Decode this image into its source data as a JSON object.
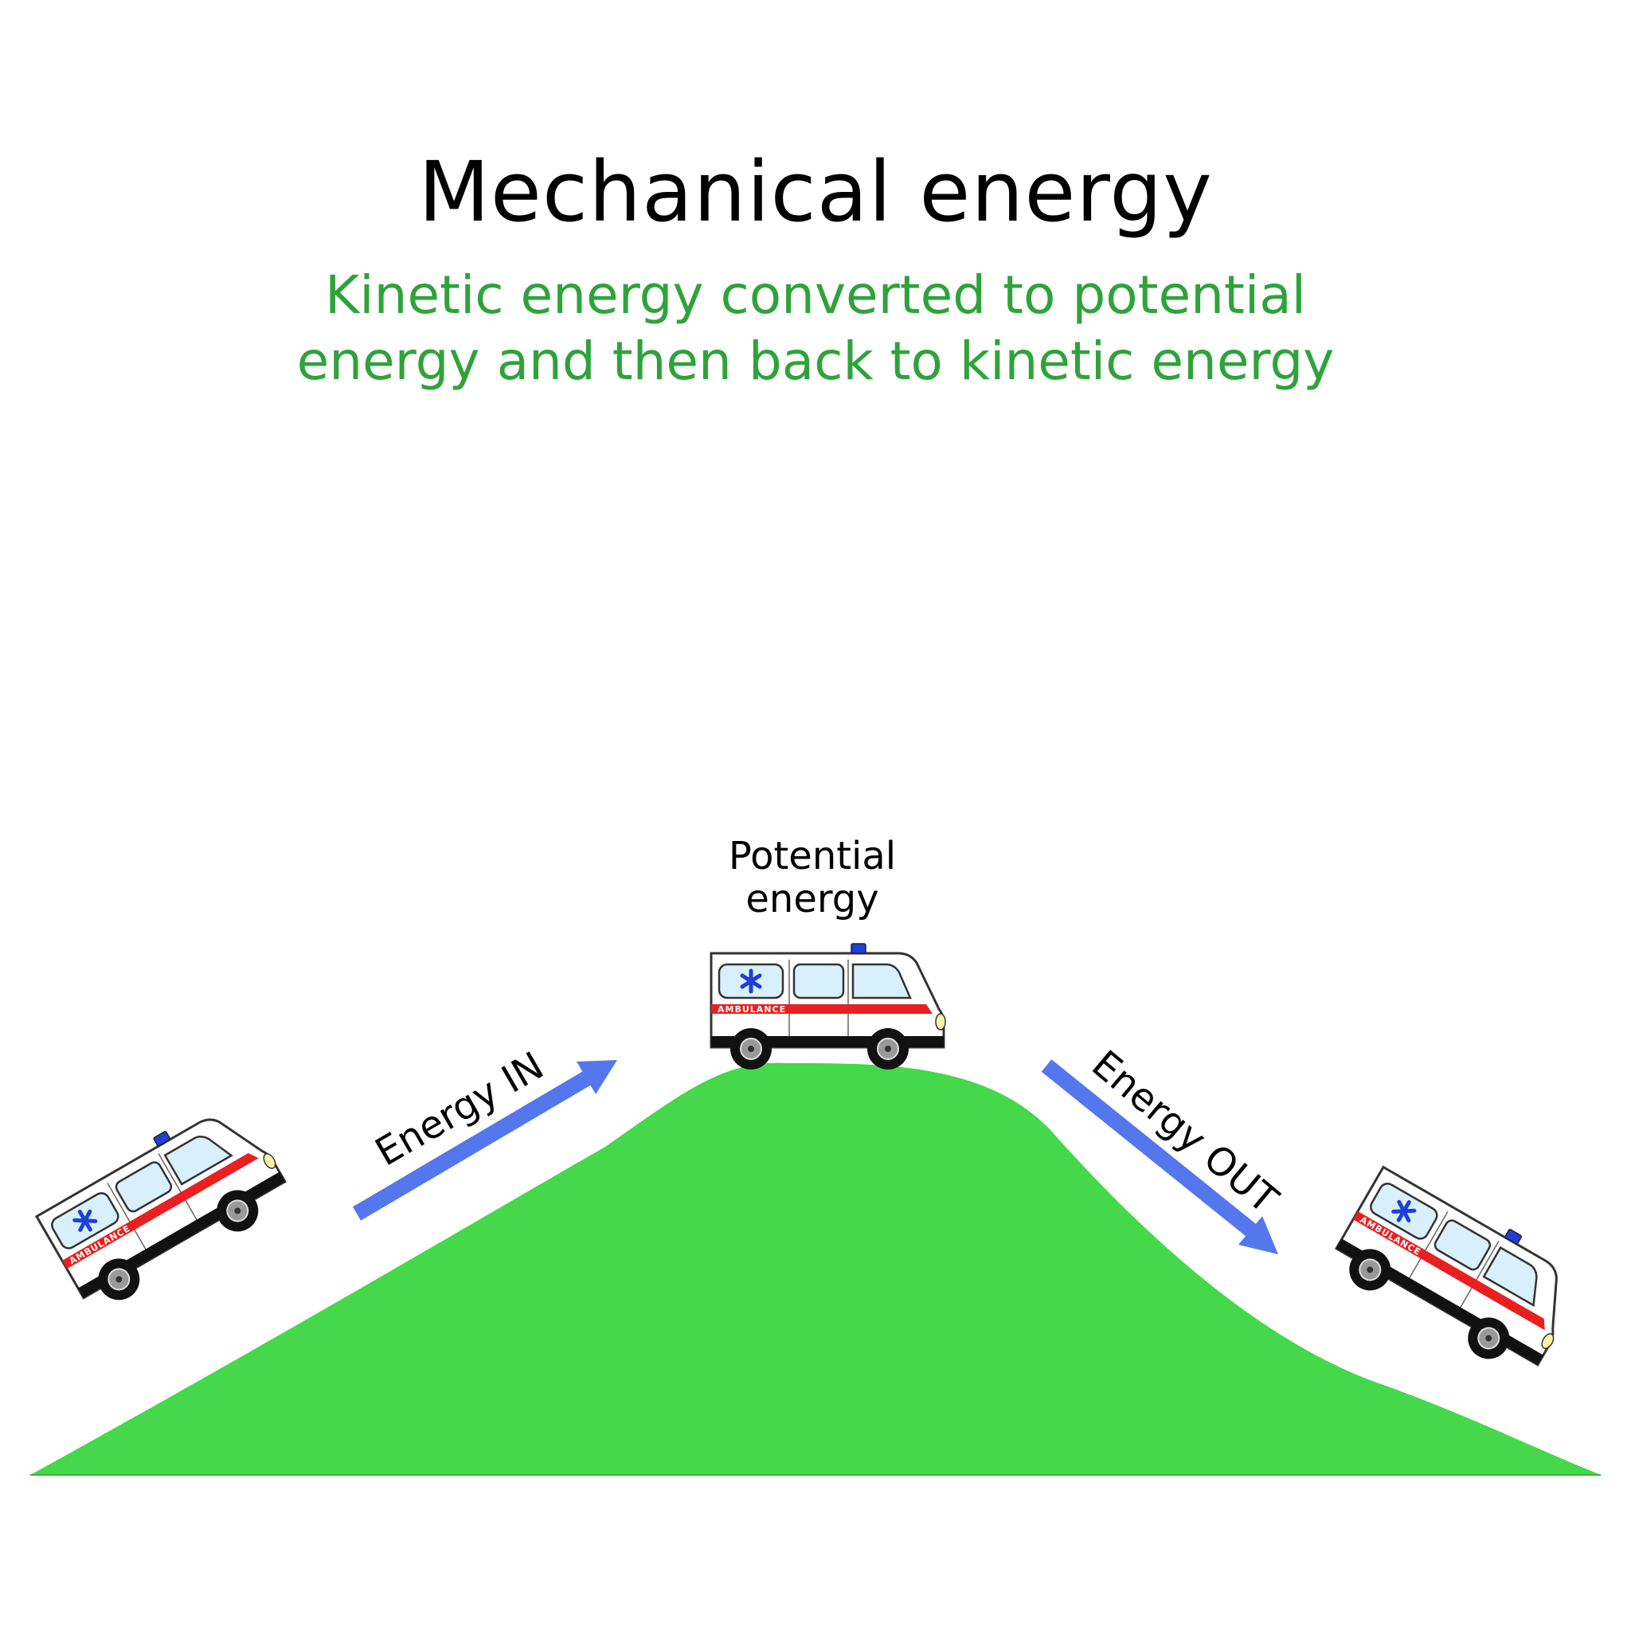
{
  "title": "Mechanical energy",
  "subtitle_line1": "Kinetic energy converted to potential",
  "subtitle_line2": "energy and then back to kinetic energy",
  "labels": {
    "potential_line1": "Potential",
    "potential_line2": "energy",
    "energy_in": "Energy IN",
    "energy_out": "Energy OUT",
    "vehicle_text": "AMBULANCE"
  },
  "colors": {
    "hill": "#44d84a",
    "arrow": "#5577ee",
    "subtitle": "#2ea33a",
    "stripe": "#e82020",
    "beacon": "#1f3fd8",
    "window": "#d8f0fb"
  }
}
